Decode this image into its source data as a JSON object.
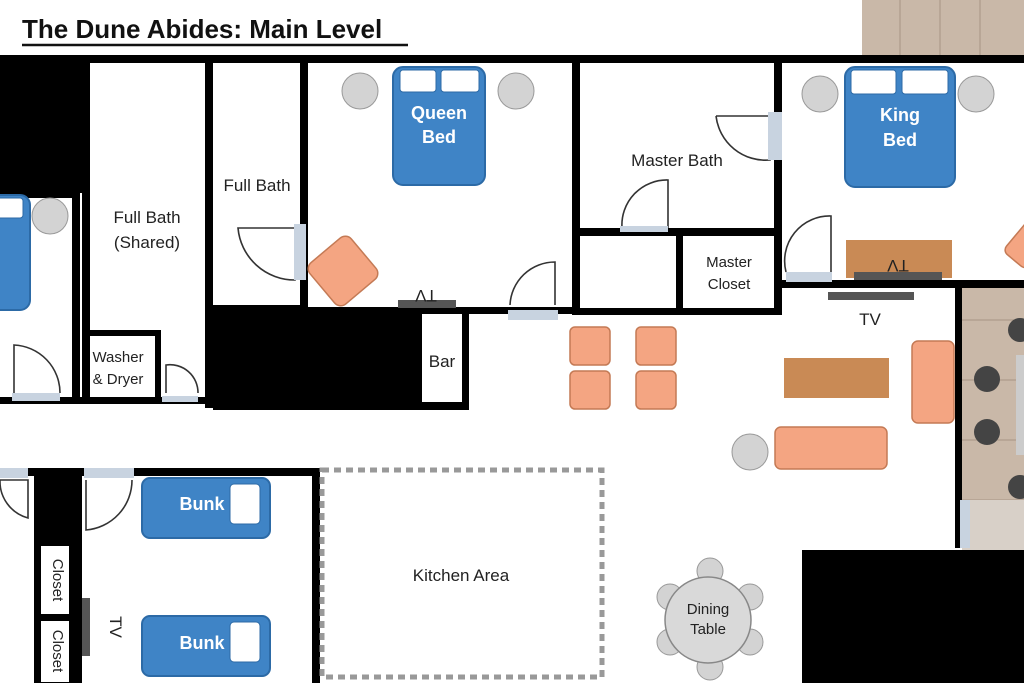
{
  "title": "The Dune Abides: Main Level",
  "rooms": {
    "full_bath_shared_line1": "Full Bath",
    "full_bath_shared_line2": "(Shared)",
    "full_bath": "Full Bath",
    "washer_line1": "Washer",
    "washer_line2": "& Dryer",
    "queen_bed_line1": "Queen",
    "queen_bed_line2": "Bed",
    "master_bath": "Master Bath",
    "master_closet_line1": "Master",
    "master_closet_line2": "Closet",
    "king_bed_line1": "King",
    "king_bed_line2": "Bed",
    "bar": "Bar",
    "tv_living": "TV",
    "tv_queen": "TV",
    "tv_king": "TV",
    "tv_bunk": "TV",
    "bunk1": "Bunk",
    "bunk2": "Bunk",
    "closet1": "Closet",
    "closet2": "Closet",
    "kitchen": "Kitchen Area",
    "dining_line1": "Dining",
    "dining_line2": "Table"
  }
}
